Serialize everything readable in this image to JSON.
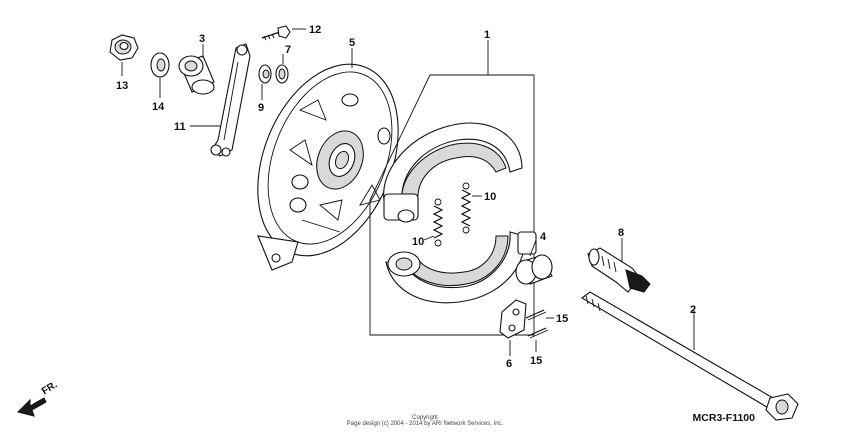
{
  "diagram": {
    "reference_code": "MCR3-F1100",
    "copyright_line1": "Copyright",
    "copyright_line2": "Page design (c) 2004 - 2014 by ARI Network Services, Inc.",
    "direction_label": "FR.",
    "part_labels": {
      "p1": "1",
      "p2": "2",
      "p3": "3",
      "p4": "4",
      "p5": "5",
      "p6": "6",
      "p7": "7",
      "p8": "8",
      "p9": "9",
      "p10a": "10",
      "p10b": "10",
      "p11": "11",
      "p12": "12",
      "p13": "13",
      "p14": "14",
      "p15a": "15",
      "p15b": "15"
    }
  }
}
